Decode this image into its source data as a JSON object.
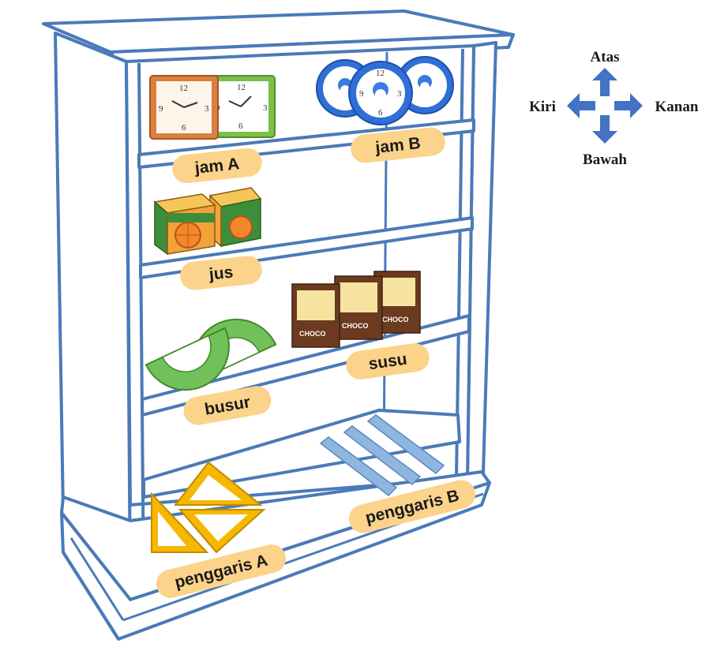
{
  "labels": {
    "jam_a": "jam A",
    "jam_b": "jam B",
    "jus": "jus",
    "susu": "susu",
    "busur": "busur",
    "penggaris_a": "penggaris A",
    "penggaris_b": "penggaris B"
  },
  "directions": {
    "up": "Atas",
    "down": "Bawah",
    "left": "Kiri",
    "right": "Kanan"
  },
  "milk_box_text": "CHOCO",
  "colors": {
    "shelf_outline": "#4a7ab8",
    "label_bg": "#fbd38a",
    "arrow": "#4472c4",
    "clock_b_ring": "#2f6fd6",
    "clock_a_orange": "#d8803e",
    "clock_a_green": "#7cbf4a",
    "protractor": "#72c05a",
    "triangle": "#f5b700",
    "ruler": "#8fb6df",
    "juice_box": "#f3a23a",
    "milk_box": "#6b3a1f"
  }
}
